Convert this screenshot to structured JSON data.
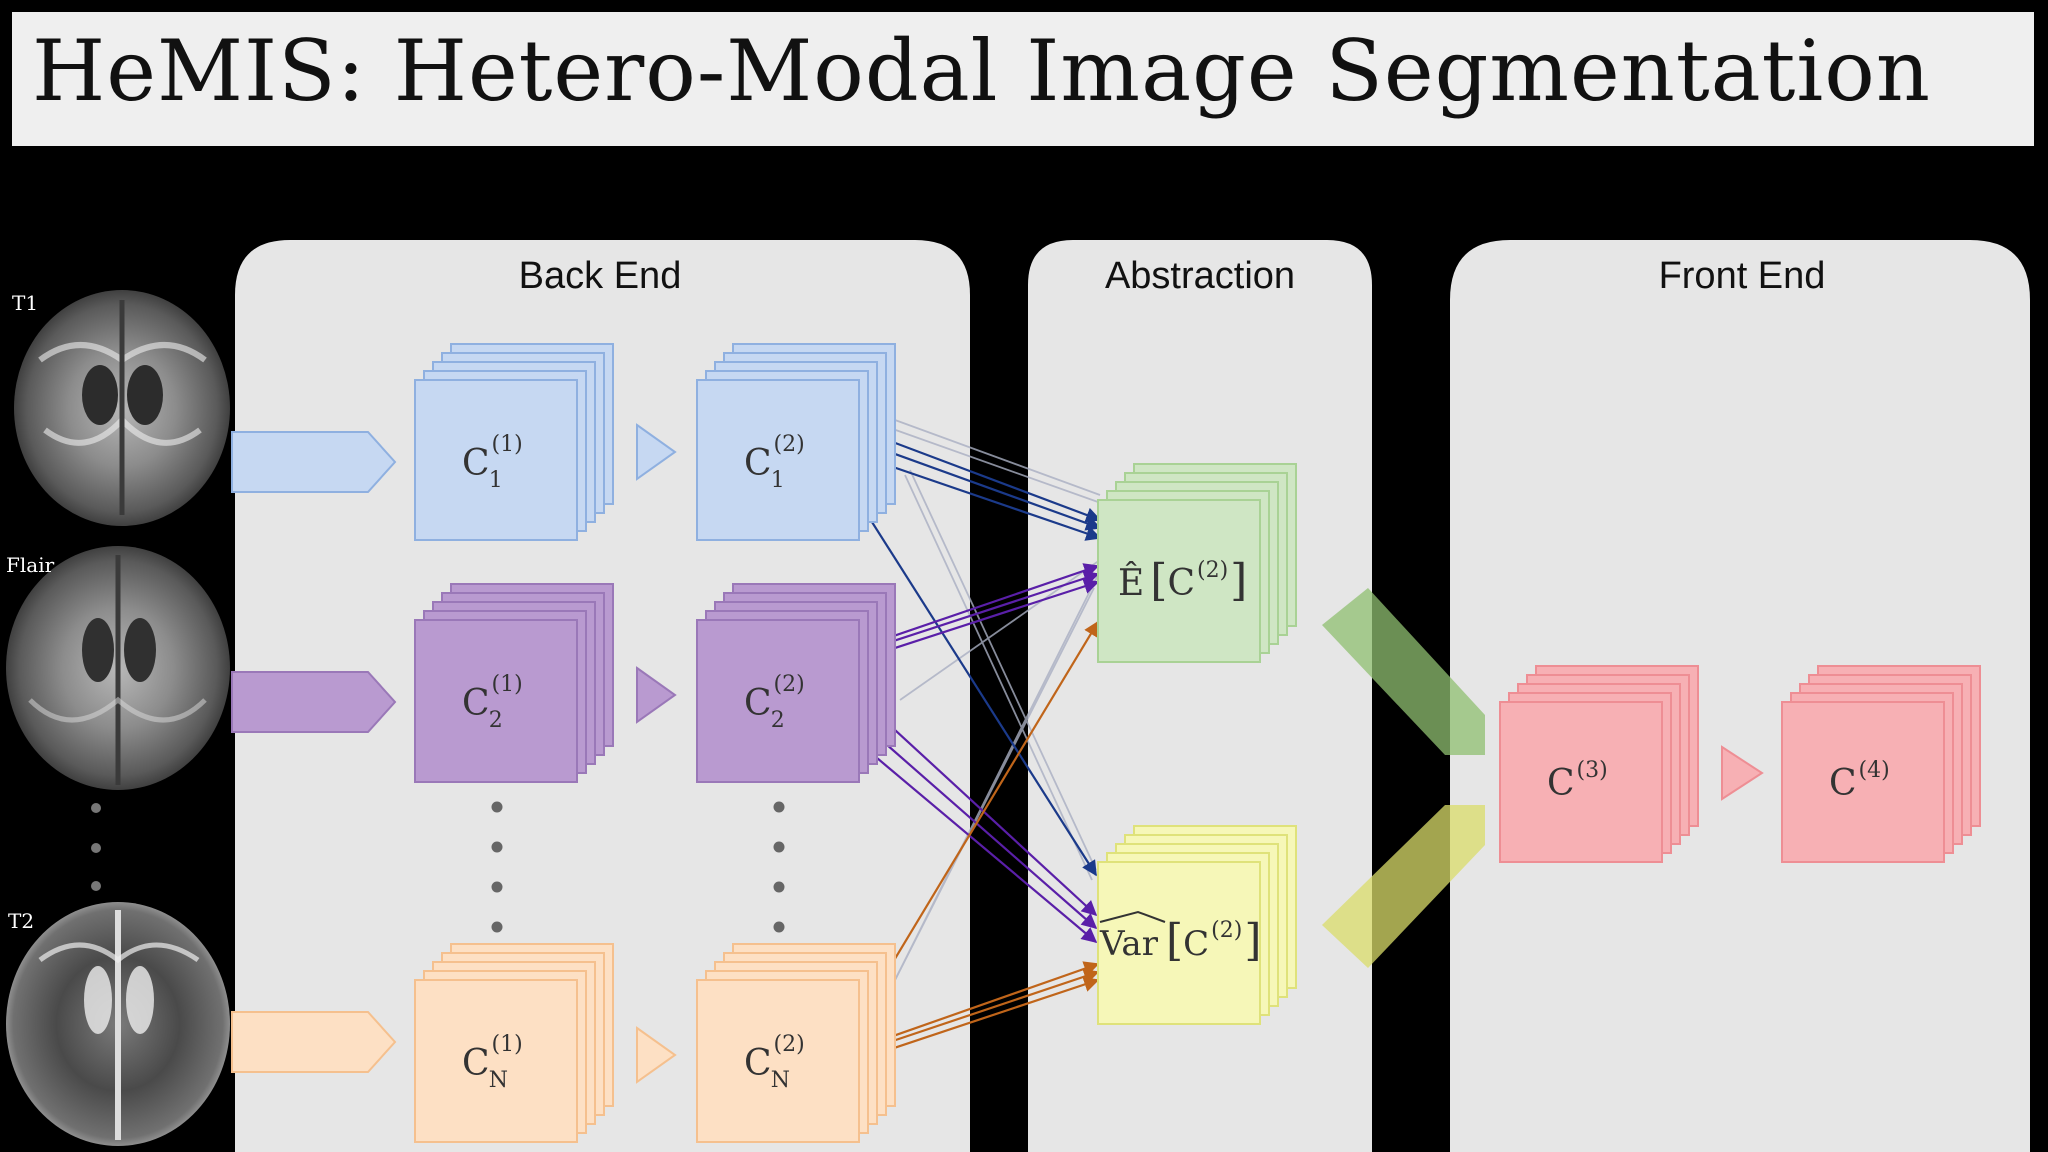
{
  "title": "HeMIS: Hetero-Modal Image Segmentation",
  "panels": {
    "back_end": "Back End",
    "abstraction": "Abstraction",
    "front_end": "Front End"
  },
  "modalities": [
    "T1",
    "Flair",
    "T2"
  ],
  "nodes": {
    "c1_1": {
      "base": "C",
      "sub": "1",
      "sup": "(1)"
    },
    "c1_2": {
      "base": "C",
      "sub": "1",
      "sup": "(2)"
    },
    "c2_1": {
      "base": "C",
      "sub": "2",
      "sup": "(1)"
    },
    "c2_2": {
      "base": "C",
      "sub": "2",
      "sup": "(2)"
    },
    "cn_1": {
      "base": "C",
      "sub": "N",
      "sup": "(1)"
    },
    "cn_2": {
      "base": "C",
      "sub": "N",
      "sup": "(2)"
    },
    "mean": {
      "op": "Ê",
      "base": "C",
      "sup": "(2)"
    },
    "var": {
      "op": "Var",
      "base": "C",
      "sup": "(2)"
    },
    "c3": {
      "base": "C",
      "sup": "(3)"
    },
    "c4": {
      "base": "C",
      "sup": "(4)"
    }
  },
  "colors": {
    "blue": "#c6d8f2",
    "blue_stroke": "#8fb0e0",
    "purple": "#b99ad0",
    "purple_stroke": "#9a78b8",
    "orange": "#fde0c4",
    "orange_stroke": "#f5c08e",
    "green": "#cfe6c4",
    "green_stroke": "#a9d295",
    "yellow": "#f6f7b8",
    "yellow_stroke": "#dfe27a",
    "red": "#f7b0b4",
    "red_stroke": "#ee8e94",
    "panel": "#e6e6e6"
  }
}
